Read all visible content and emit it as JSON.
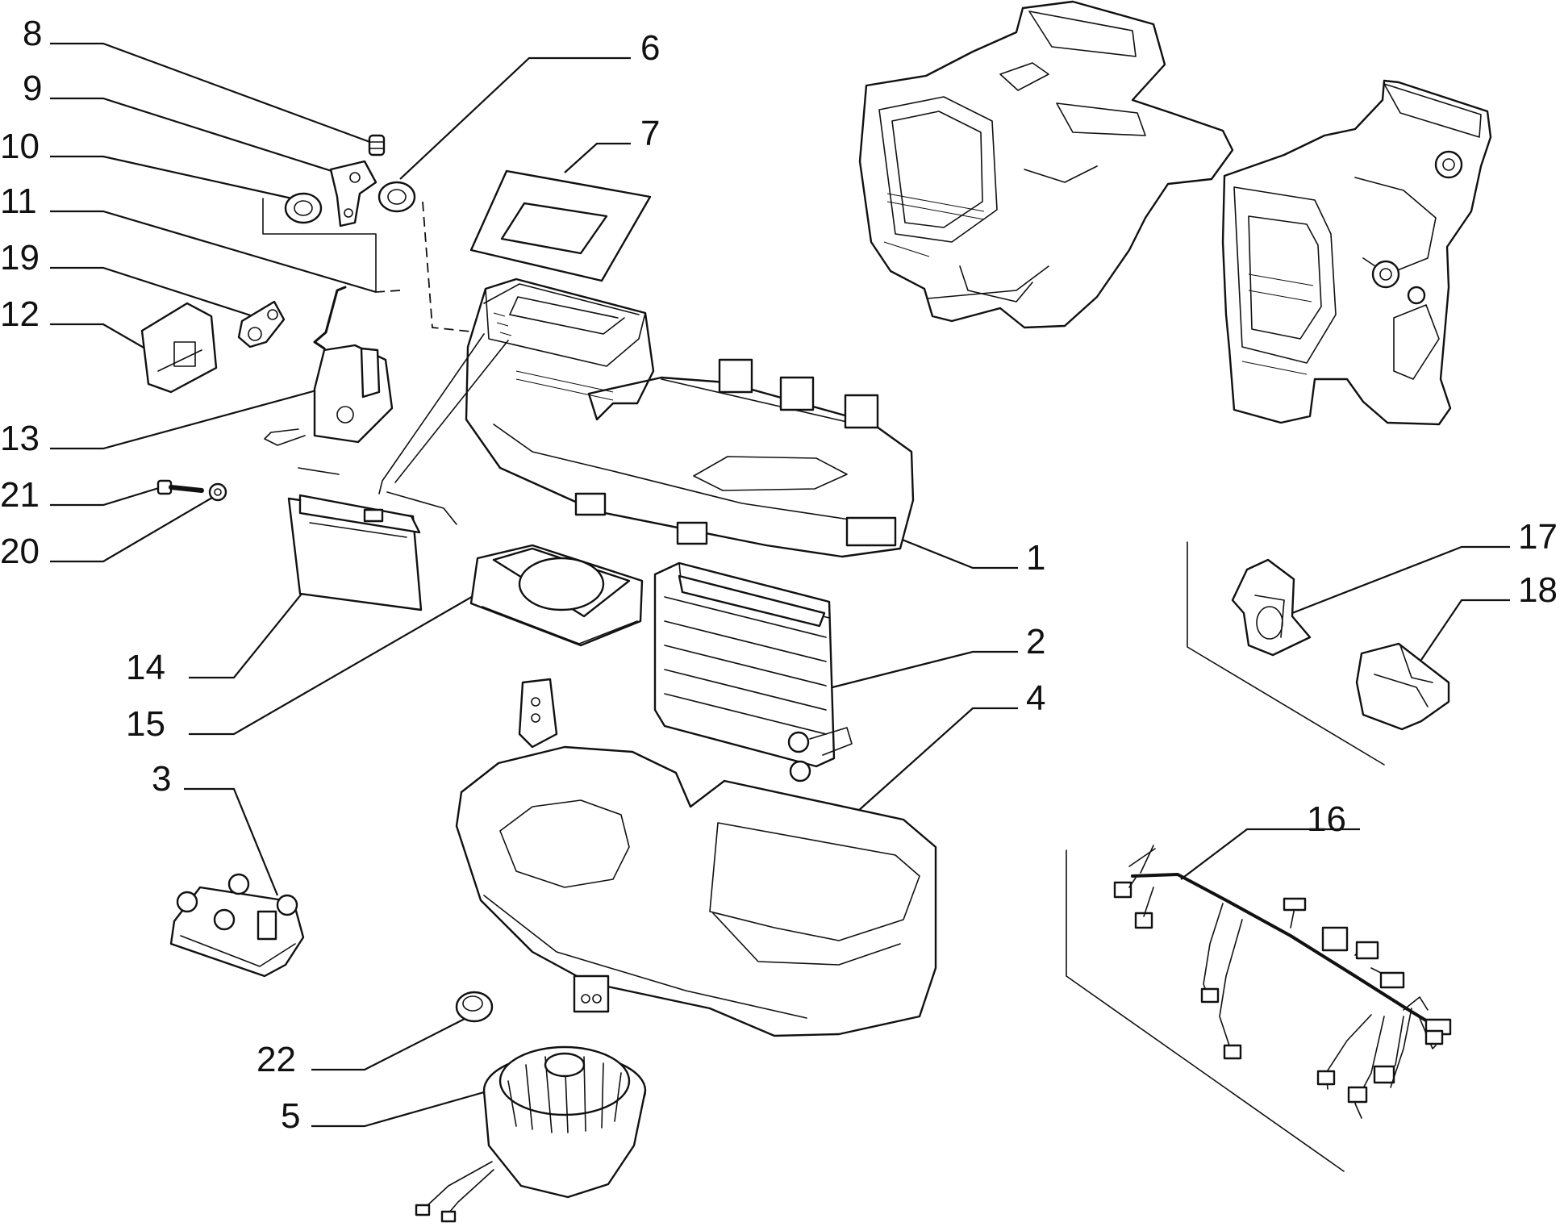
{
  "diagram": {
    "callouts": [
      {
        "id": "c8",
        "label": "8"
      },
      {
        "id": "c9",
        "label": "9"
      },
      {
        "id": "c10",
        "label": "10"
      },
      {
        "id": "c11",
        "label": "11"
      },
      {
        "id": "c19",
        "label": "19"
      },
      {
        "id": "c12",
        "label": "12"
      },
      {
        "id": "c13",
        "label": "13"
      },
      {
        "id": "c21",
        "label": "21"
      },
      {
        "id": "c20",
        "label": "20"
      },
      {
        "id": "c14",
        "label": "14"
      },
      {
        "id": "c15",
        "label": "15"
      },
      {
        "id": "c3",
        "label": "3"
      },
      {
        "id": "c22",
        "label": "22"
      },
      {
        "id": "c5",
        "label": "5"
      },
      {
        "id": "c6",
        "label": "6"
      },
      {
        "id": "c7",
        "label": "7"
      },
      {
        "id": "c1",
        "label": "1"
      },
      {
        "id": "c2",
        "label": "2"
      },
      {
        "id": "c4",
        "label": "4"
      },
      {
        "id": "c17",
        "label": "17"
      },
      {
        "id": "c18",
        "label": "18"
      },
      {
        "id": "c16",
        "label": "16"
      }
    ]
  }
}
